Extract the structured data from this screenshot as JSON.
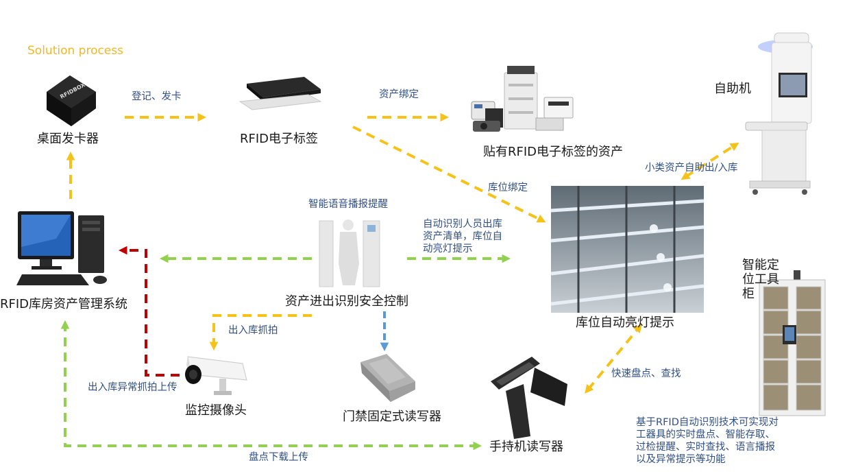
{
  "title": "Solution process",
  "colors": {
    "accent_title": "#f0b829",
    "flow_yellow": "#f5c21a",
    "flow_green": "#92d050",
    "flow_red": "#c00000",
    "flow_blue": "#5b9bd5",
    "edge_text": "#2f4f86"
  },
  "nodes": {
    "card_issuer": "桌面发卡器",
    "rfid_tag": "RFID电子标签",
    "tagged_assets": "贴有RFID电子标签的资产",
    "kiosk": "自助机",
    "management_system": "RFID库房资产管理系统",
    "security_gate": "资产进出识别安全控制",
    "shelf_lights": "库位自动亮灯提示",
    "smart_cabinet": "智能定位工具柜",
    "camera": "监控摄像头",
    "fixed_reader": "门禁固定式读写器",
    "handheld_reader": "手持机读写器"
  },
  "edges": {
    "register": "登记、发卡",
    "asset_bind": "资产绑定",
    "location_bind": "库位绑定",
    "self_service": "小类资产自助出/入库",
    "voice_alert": "智能语音播报提醒",
    "auto_identify": "自动识别人员出库资产清单，库位自动亮灯提示",
    "capture": "出入库抓拍",
    "abnormal_upload": "出入库异常抓拍上传",
    "quick_inventory": "快速盘点、查找",
    "inventory_sync": "盘点下载上传"
  },
  "cabinet_note": "基于RFID自动识别技术可实现对工器具的实时盘点、智能存取、过检提醒、实时查找、语言播报以及异常提示等功能"
}
